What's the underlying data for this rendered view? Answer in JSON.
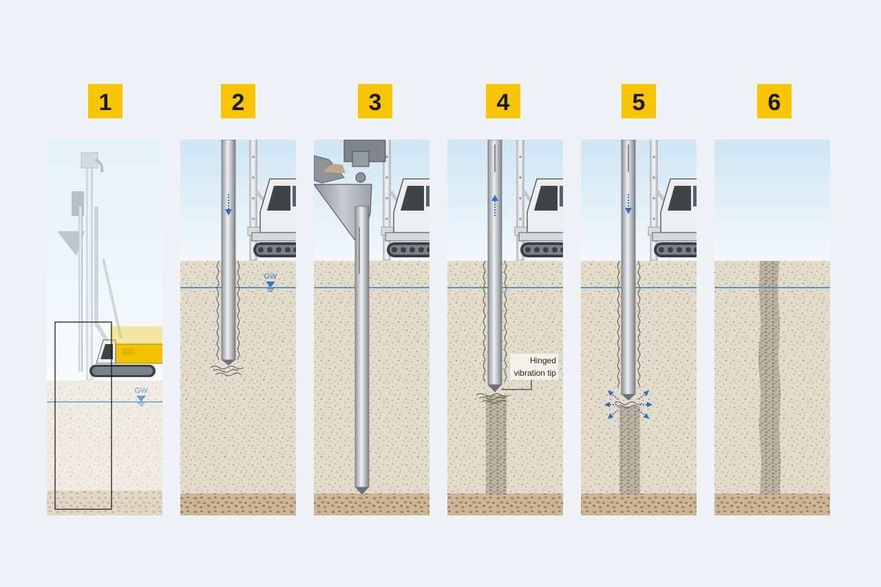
{
  "steps": [
    {
      "number": "1"
    },
    {
      "number": "2"
    },
    {
      "number": "3"
    },
    {
      "number": "4"
    },
    {
      "number": "5"
    },
    {
      "number": "6"
    }
  ],
  "labels": {
    "groundwater": "GW",
    "tip_line1": "Hinged",
    "tip_line2": "vibration tip"
  },
  "colors": {
    "background": "#eef1f5",
    "badge": "#f7c600",
    "sky_top": "#cfe5f3",
    "sky_bottom": "#f4f8fb",
    "soil": "#e3dccd",
    "soil_speckle": "#b3a88f",
    "gravel": "#cbb796",
    "gravel_speckle": "#8d7758",
    "column": "#9c9184",
    "groundwater_line": "#2e7fbf",
    "arrow_blue": "#2f6fbf",
    "rig_yellow": "#f2c400",
    "pipe_dark": "#8e9399",
    "pipe_light": "#eef0f2"
  },
  "icons": [
    "arrow-down-icon",
    "arrow-up-icon",
    "groundwater-symbol-icon",
    "vibration-wave-icon"
  ]
}
